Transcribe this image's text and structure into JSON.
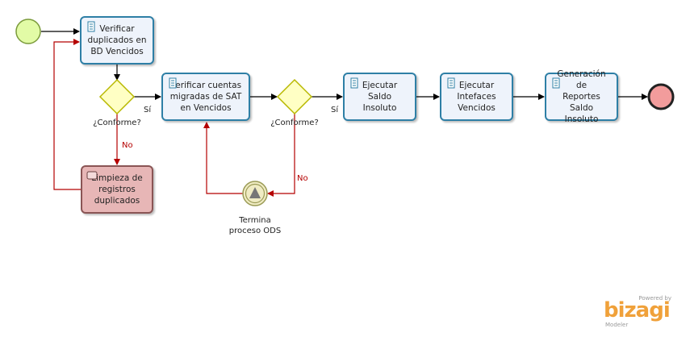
{
  "tasks": {
    "verificar_duplicados": "Verificar\nduplicados en\nBD Vencidos",
    "verificar_cuentas": "Verificar cuentas\nmigradas de SAT\nen Vencidos",
    "ejecutar_saldo": "Ejecutar Saldo\nInsoluto",
    "ejecutar_interfaces": "Ejecutar\nIntefaces\nVencidos",
    "generacion_reportes": "Generación de\nReportes Saldo\nInsoluto",
    "limpieza": "Limpieza de\nregistros\nduplicados"
  },
  "gateways": {
    "conforme_1": "¿Conforme?",
    "conforme_2": "¿Conforme?"
  },
  "flow_labels": {
    "si_1": "Sí",
    "si_2": "Sí",
    "no_1": "No",
    "no_2": "No"
  },
  "events": {
    "termina": "Termina\nproceso ODS"
  },
  "branding": {
    "powered_by": "Powered by",
    "name": "bizagi",
    "product": "Modeler"
  },
  "colors": {
    "task_border": "#2e7fa6",
    "task_fill": "#eef3fb",
    "gateway_fill": "#ffffc4",
    "gateway_border": "#b8b800",
    "start_fill": "#e2fba6",
    "end_fill": "#f29c9c",
    "no_flow": "#b50000"
  }
}
